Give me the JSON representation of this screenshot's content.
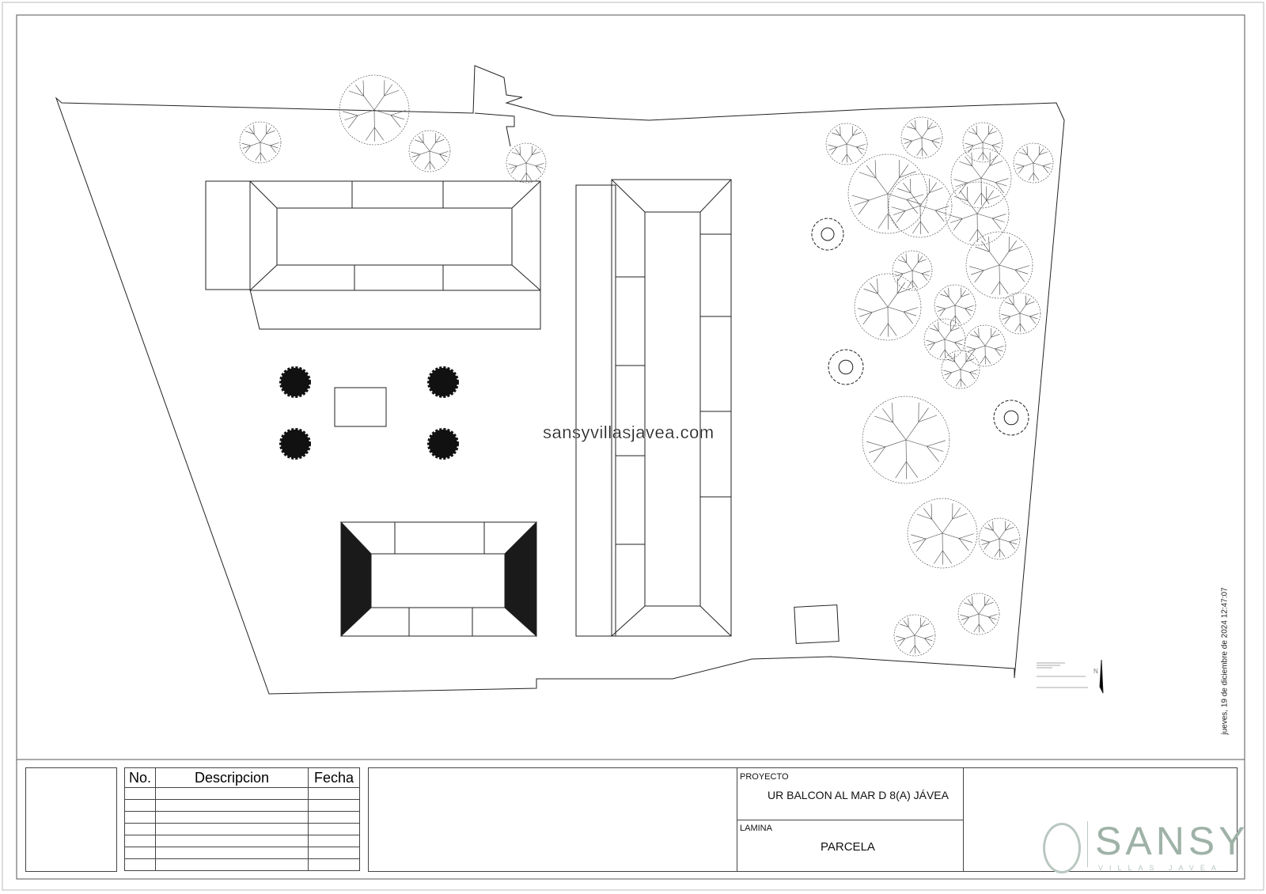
{
  "drawing": {
    "watermark": "sansyvillasjavea.com",
    "timestamp": "jueves, 19 de diciembre de 2024 12:47:07",
    "north_label": "N"
  },
  "revision_table": {
    "headers": [
      "No.",
      "Descripcion",
      "Fecha"
    ],
    "rows": 7
  },
  "title_block": {
    "project_label": "PROYECTO",
    "project_value": "UR BALCON AL MAR D 8(A) JÁVEA",
    "sheet_label": "LAMINA",
    "sheet_value": "PARCELA"
  },
  "logo": {
    "name": "SANSY",
    "tagline": "VILLAS JAVEA",
    "color": "#9fb2a8"
  }
}
